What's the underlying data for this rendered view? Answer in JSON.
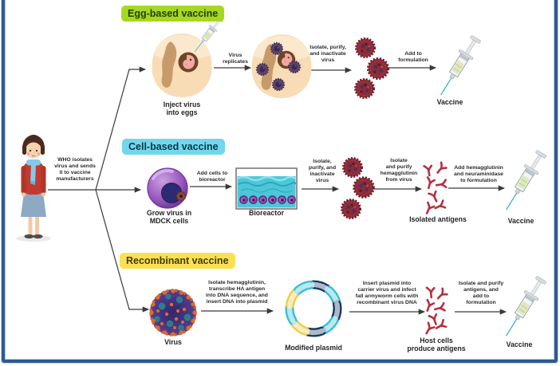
{
  "source": {
    "who_label": "WHO isolates\nvirus and sends\nit to vaccine\nmanufacturers"
  },
  "rows": [
    {
      "header": "Egg-based vaccine",
      "header_bg": "#a6d821",
      "steps": {
        "inject_label": "Inject virus\ninto eggs",
        "arrow_replicates": "Virus\nreplicates",
        "arrow_isolate": "Isolate, purify,\nand inactivate\nvirus",
        "arrow_formulate": "Add to\nformulation",
        "vaccine_label": "Vaccine"
      }
    },
    {
      "header": "Cell-based vaccine",
      "header_bg": "#72d7ec",
      "steps": {
        "grow_label": "Grow virus in\nMDCK cells",
        "arrow_add_cells": "Add cells to\nbioreactor",
        "bioreactor_label": "Bioreactor",
        "arrow_isolate": "Isolate,\npurify, and\ninactivate\nvirus",
        "arrow_purify_ha": "Isolate\nand purify\nhemagglutinin\nfrom virus",
        "antigens_label": "Isolated antigens",
        "arrow_formulate": "Add hemagglutinin\nand neuraminidase\nto formulation",
        "vaccine_label": "Vaccine"
      }
    },
    {
      "header": "Recombinant vaccine",
      "header_bg": "#f9e153",
      "steps": {
        "virus_label": "Virus",
        "arrow_isolate_ha": "Isolate hemagglutinin,\ntranscribe HA antigen\ninto DNA sequence, and\ninsert DNA into plasmid",
        "plasmid_label": "Modified plasmid",
        "arrow_insert": "Insert plasmid into\ncarrier virus and infect\nfall armyworm cells with\nrecombinant virus DNA",
        "host_label": "Host cells\nproduce antigens",
        "arrow_purify": "Isolate and purify\nantigens, and\nadd to\nformulation",
        "vaccine_label": "Vaccine"
      }
    }
  ],
  "colors": {
    "border_frame": "#2e5a92",
    "egg_header_bg": "#a6d821",
    "cell_header_bg": "#72d7ec",
    "recombinant_header_bg": "#f9e153",
    "virus_red": "#93323c",
    "antigen_red": "#b5303e",
    "bioreactor_liquid": "#4cc7d9",
    "egg_shell": "#f8dcb6",
    "mdck_cell_purple": "#8a4bb0",
    "arrow_stroke": "#3a3a3a"
  }
}
